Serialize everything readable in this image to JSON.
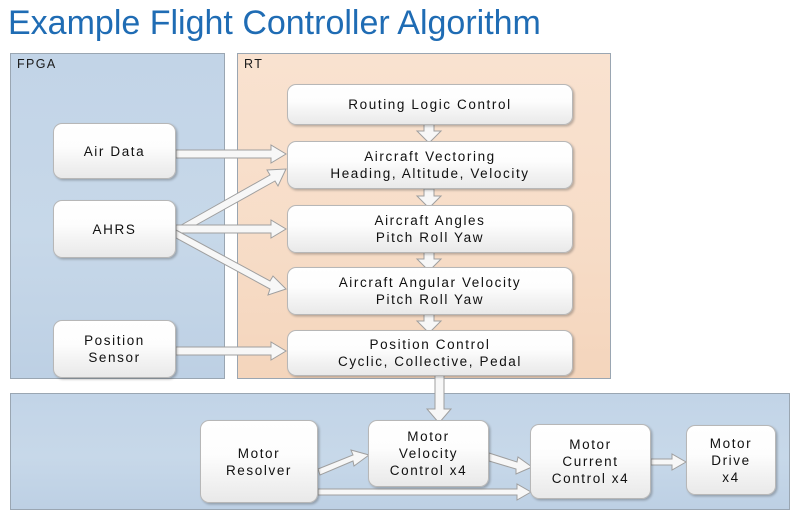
{
  "title": "Example Flight Controller Algorithm",
  "colors": {
    "title": "#1f6cb4",
    "fpga_panel": "#c5d6e8",
    "rt_panel": "#f7ddc8",
    "motor_panel": "#c5d6e8",
    "node_fill": "#f5f5f5",
    "arrow_fill": "#f7f7f7",
    "arrow_stroke": "#9f9f9f"
  },
  "panels": [
    {
      "id": "fpga",
      "label": "FPGA"
    },
    {
      "id": "rt",
      "label": "RT"
    },
    {
      "id": "motor",
      "label": ""
    }
  ],
  "nodes": {
    "air_data": {
      "line1": "Air Data",
      "line2": ""
    },
    "ahrs": {
      "line1": "AHRS",
      "line2": ""
    },
    "position_sensor": {
      "line1": "Position",
      "line2": "Sensor"
    },
    "routing_logic": {
      "line1": "Routing Logic Control",
      "line2": ""
    },
    "aircraft_vectoring": {
      "line1": "Aircraft Vectoring",
      "line2": "Heading, Altitude, Velocity"
    },
    "aircraft_angles": {
      "line1": "Aircraft Angles",
      "line2": "Pitch Roll Yaw"
    },
    "aircraft_angular_velocity": {
      "line1": "Aircraft Angular Velocity",
      "line2": "Pitch Roll Yaw"
    },
    "position_control": {
      "line1": "Position Control",
      "line2": "Cyclic, Collective, Pedal"
    },
    "motor_resolver": {
      "line1": "Motor",
      "line2": "Resolver"
    },
    "motor_velocity_control": {
      "line1": "Motor",
      "line2": "Velocity",
      "line3": "Control x4"
    },
    "motor_current_control": {
      "line1": "Motor",
      "line2": "Current",
      "line3": "Control x4"
    },
    "motor_drive": {
      "line1": "Motor",
      "line2": "Drive",
      "line3": "x4"
    }
  },
  "connections": [
    {
      "from": "air_data",
      "to": "aircraft_vectoring"
    },
    {
      "from": "ahrs",
      "to": "aircraft_vectoring"
    },
    {
      "from": "ahrs",
      "to": "aircraft_angles"
    },
    {
      "from": "ahrs",
      "to": "aircraft_angular_velocity"
    },
    {
      "from": "position_sensor",
      "to": "position_control"
    },
    {
      "from": "routing_logic",
      "to": "aircraft_vectoring"
    },
    {
      "from": "aircraft_vectoring",
      "to": "aircraft_angles"
    },
    {
      "from": "aircraft_angles",
      "to": "aircraft_angular_velocity"
    },
    {
      "from": "aircraft_angular_velocity",
      "to": "position_control"
    },
    {
      "from": "position_control",
      "to": "motor_velocity_control"
    },
    {
      "from": "motor_resolver",
      "to": "motor_velocity_control"
    },
    {
      "from": "motor_resolver",
      "to": "motor_current_control"
    },
    {
      "from": "motor_velocity_control",
      "to": "motor_current_control"
    },
    {
      "from": "motor_current_control",
      "to": "motor_drive"
    }
  ]
}
